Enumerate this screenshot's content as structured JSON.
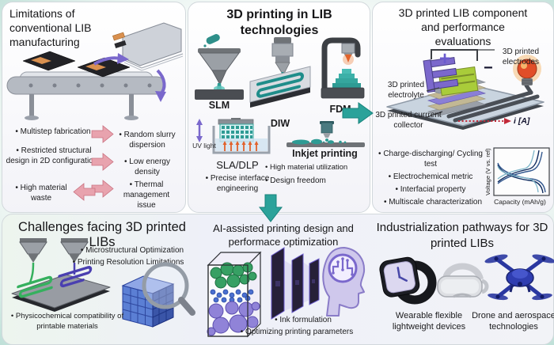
{
  "panel_limitations": {
    "title": "Limitations of conventional LIB manufacturing",
    "left_bullets": [
      "• Multistep fabrication",
      "• Restricted structural design in 2D configurations",
      "• High material waste"
    ],
    "right_bullets": [
      "• Random slurry dispersion",
      "• Low energy density",
      "• Thermal management issue"
    ]
  },
  "panel_printing": {
    "title": "3D printing in LIB technologies",
    "slm_label": "SLM",
    "diw_label": "DIW",
    "fdm_label": "FDM",
    "uv_label": "UV light",
    "sla_label": "SLA/DLP",
    "sla_bullet": "• Precise interface engineering",
    "inkjet_label": "Inkjet printing",
    "inkjet_bullets": [
      "• High material utilization",
      "• Design freedom"
    ]
  },
  "panel_evaluation": {
    "title": "3D printed LIB component and performance evaluations",
    "label_electrodes": "3D printed electrodes",
    "label_electrolyte": "3D printed electrolyte",
    "label_collector": "3D printed currrent collector",
    "plus": "+",
    "minus": "−",
    "current_label": "i [A]",
    "bullets": [
      "• Charge-discharging/ Cycling test",
      "• Electrochemical metric",
      "• Interfacial property",
      "• Multiscale characterization"
    ],
    "chart": {
      "type": "line",
      "xlabel": "Capacity (mAh/g)",
      "ylabel": "Voltage (V vs. ref)"
    }
  },
  "panel_challenges": {
    "title": "Challenges facing 3D printed LIBs",
    "bullets": [
      "• Microstructural Optimization",
      "• Printing Resolution Limitations"
    ],
    "bottom_bullet": "• Physicochemical compatibility of printable materials"
  },
  "panel_ai": {
    "title": "AI-assisted printing design and performace optimization",
    "bullets": [
      "• Ink formulation",
      "• Optimizing printing parameters"
    ]
  },
  "panel_industrialization": {
    "title": "Industrialization pathways for 3D printed LIBs",
    "captions": [
      "Wearable flexible lightweight devices",
      "Drone and aerospace technologies"
    ]
  },
  "colors": {
    "teal_accent": "#2ba29a",
    "pink_arrow": "#e8a3ae",
    "purple_accent": "#7a68cc",
    "electrode_green": "#a9cc3a",
    "electrode_purple": "#7b68cc",
    "bulb_red": "#e14e28",
    "trace_dark": "#4a4f56",
    "chart_blue_dark": "#0e2a5e",
    "chart_blue_light": "#7fb6c9",
    "drone_blue": "#2f3db0",
    "lattice_blue": "#5b7fd4"
  },
  "icons": [
    "slm-printer-icon",
    "diw-printer-icon",
    "fdm-printer-icon",
    "sla-vat-icon",
    "inkjet-printer-icon",
    "conveyor-illustration",
    "pouch-cell-icon",
    "battery-stack-illustration",
    "light-bulb-icon",
    "voltage-capacity-chart",
    "dual-nozzle-print-icon",
    "magnifier-lattice-icon",
    "particle-box-icon",
    "nn-layers-icon",
    "ai-brain-head-icon",
    "smartwatch-icon",
    "vr-headset-icon",
    "drone-icon",
    "teal-arrow-right-icon",
    "teal-arrow-down-icon",
    "pink-arrow-icon",
    "purple-arrow-icon"
  ]
}
